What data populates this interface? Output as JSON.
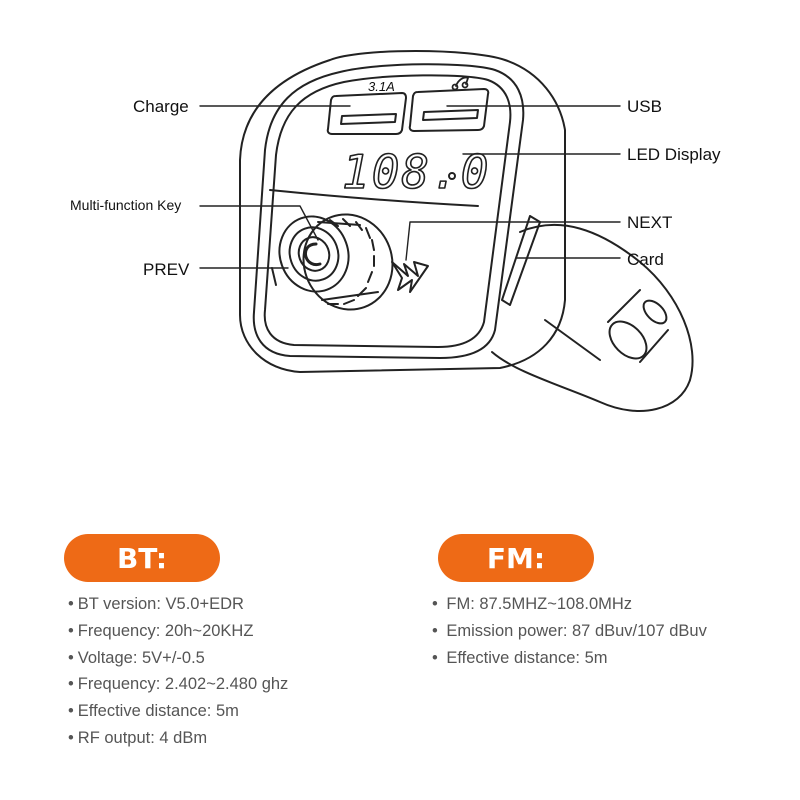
{
  "device": {
    "port_labels": {
      "charge_rating": "3.1A",
      "usb_symbol": "music-note"
    },
    "display_reading": "108.0"
  },
  "callouts": {
    "charge": "Charge",
    "usb": "USB",
    "led_display": "LED Display",
    "multi_function_key": "Multi-function Key",
    "next": "NEXT",
    "prev": "PREV",
    "card": "Card"
  },
  "bt": {
    "title": "BT:",
    "items": [
      "BT version: V5.0+EDR",
      "Frequency: 20h~20KHZ",
      "Voltage: 5V+/-0.5",
      "Frequency: 2.402~2.480 ghz",
      "Effective distance: 5m",
      "RF output: 4 dBm"
    ]
  },
  "fm": {
    "title": "FM:",
    "items": [
      "FM: 87.5MHZ~108.0MHz",
      "Emission power: 87 dBuv/107 dBuv",
      "Effective distance: 5m"
    ]
  },
  "colors": {
    "accent": "#ee6a16",
    "line": "#222222",
    "text": "#555555"
  }
}
